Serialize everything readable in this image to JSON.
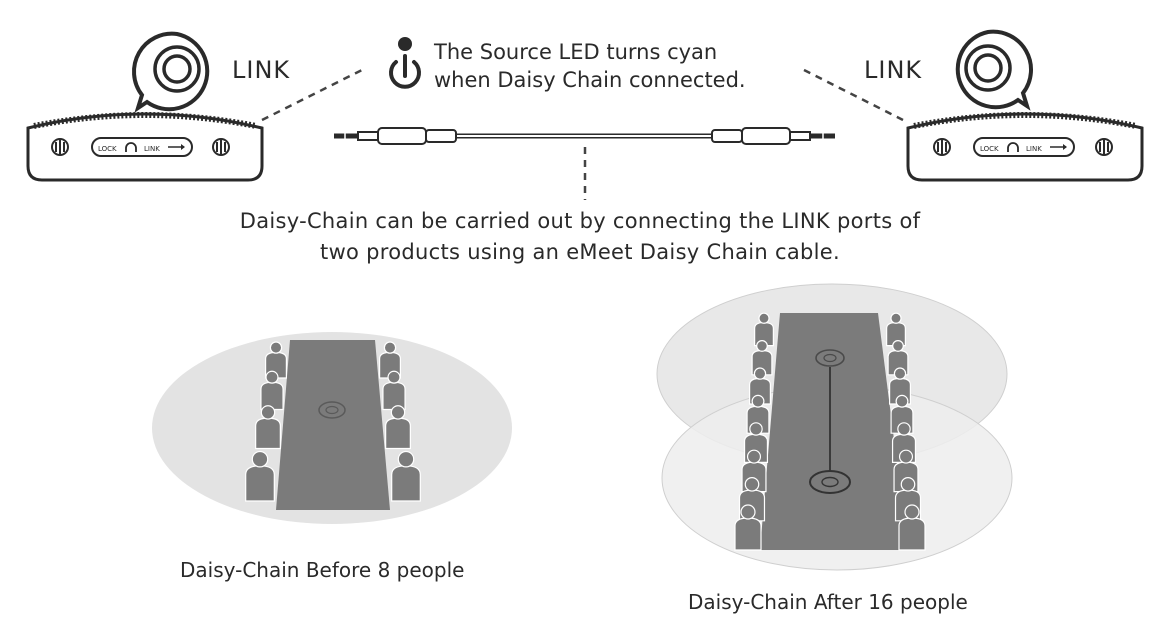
{
  "link_label_left": "LINK",
  "link_label_right": "LINK",
  "led_note": {
    "line1": "The Source LED turns cyan",
    "line2": "when Daisy Chain connected."
  },
  "description": {
    "line1": "Daisy-Chain can be carried out by connecting the LINK ports of",
    "line2": "two products using an eMeet Daisy Chain cable."
  },
  "speaker_buttons": {
    "lock": "LOCK",
    "link": "LINK"
  },
  "caption_before": "Daisy-Chain Before 8 people",
  "caption_after": "Daisy-Chain After 16 people",
  "icons": [
    "link-port-icon",
    "power-led-icon",
    "headphone-icon",
    "usb-icon",
    "volume-icon"
  ],
  "colors": {
    "ink": "#2a2a2a",
    "table": "#7b7b7b",
    "ellipse": "#e3e3e3"
  }
}
